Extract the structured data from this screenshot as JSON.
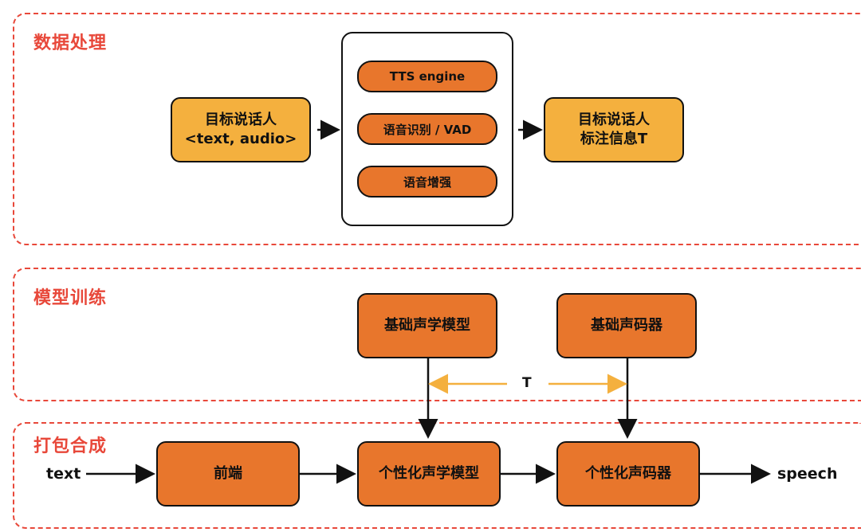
{
  "sections": {
    "data_processing": {
      "title": "数据处理"
    },
    "model_training": {
      "title": "模型训练"
    },
    "packaging": {
      "title": "打包合成"
    }
  },
  "data_processing": {
    "input_box": {
      "line1": "目标说话人",
      "line2": "<text, audio>"
    },
    "tools": [
      "TTS engine",
      "语音识别 / VAD",
      "语音增强"
    ],
    "output_box": {
      "line1": "目标说话人",
      "line2": "标注信息T"
    }
  },
  "model_training": {
    "acoustic_model": "基础声学模型",
    "vocoder": "基础声码器",
    "arrow_label": "T"
  },
  "packaging": {
    "input_text": "text",
    "frontend": "前端",
    "personal_acoustic": "个性化声学模型",
    "personal_vocoder": "个性化声码器",
    "output_text": "speech"
  },
  "colors": {
    "section_border": "#e8483a",
    "yellow_box": "#f4b03e",
    "orange_box": "#e8762c",
    "t_arrow": "#f4b03e"
  }
}
